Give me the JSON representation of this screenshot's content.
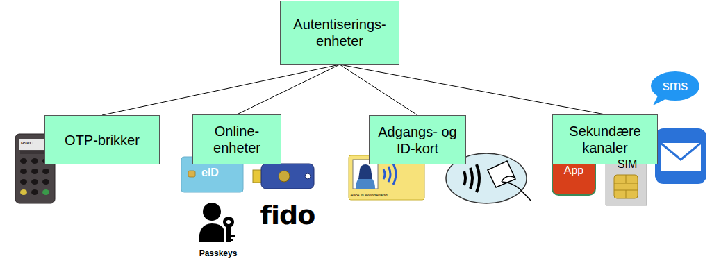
{
  "diagram": {
    "nodes": [
      {
        "text": [
          "Autentiserings- enheter"
        ]
      },
      {
        "text": [
          "OTP-brikker"
        ]
      },
      {
        "text": [
          "Online- enheter"
        ]
      },
      {
        "text": [
          "Adgangs- og ID-kort"
        ]
      },
      {
        "text": [
          "Sekundære kanaler"
        ]
      }
    ],
    "edges": [
      {
        "from": 0,
        "to": 1,
        "arrow": "none"
      },
      {
        "from": 0,
        "to": 2,
        "arrow": "none"
      },
      {
        "from": 0,
        "to": 3,
        "arrow": "none"
      },
      {
        "from": 0,
        "to": 4,
        "arrow": "none"
      }
    ],
    "labels": [
      "HSBC",
      "eID",
      "Passkeys",
      "fido",
      "Alice in Wonderland",
      "App",
      "SIM",
      "sms"
    ]
  }
}
